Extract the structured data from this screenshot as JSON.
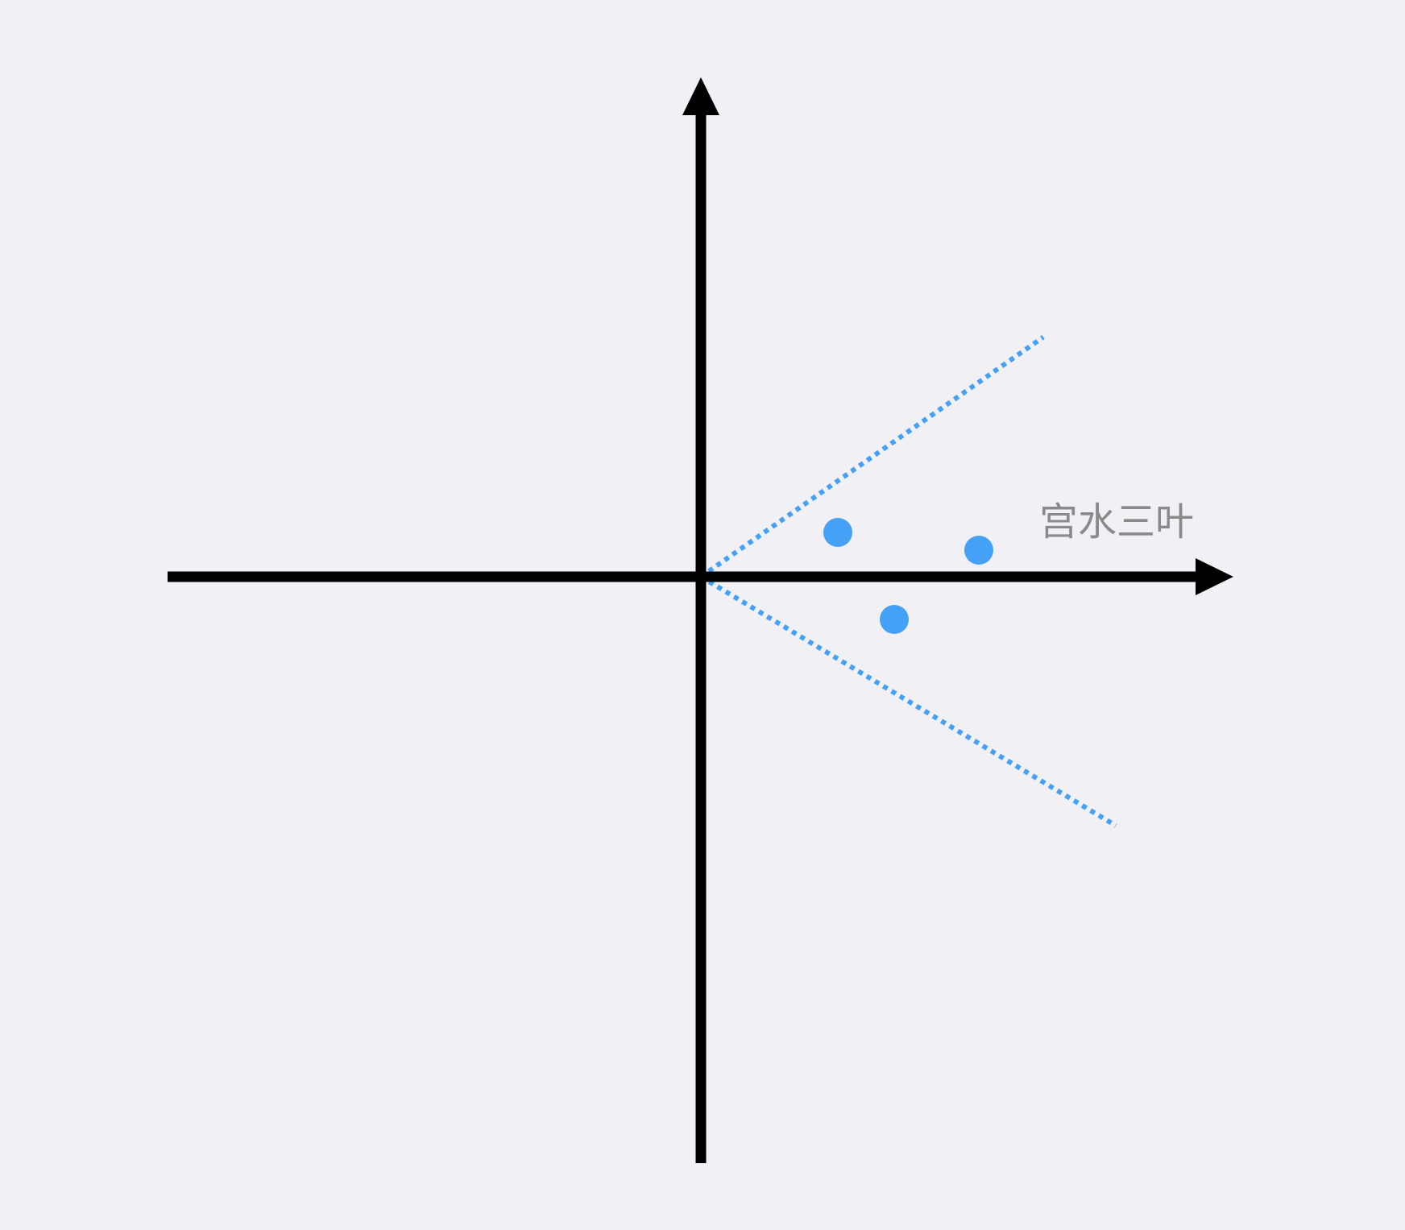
{
  "diagram": {
    "watermark": "宫水三叶",
    "colors": {
      "background": "#f0f0f5",
      "axis": "#000000",
      "accent": "#45a1f6",
      "watermark": "#8a8a8a"
    },
    "rays": [
      {
        "name": "upper-ray",
        "slope": 0.7
      },
      {
        "name": "lower-ray",
        "slope": -0.6
      }
    ],
    "points": [
      {
        "name": "point-1",
        "x": 1.7,
        "y": 0.55
      },
      {
        "name": "point-2",
        "x": 2.4,
        "y": -0.53
      },
      {
        "name": "point-3",
        "x": 3.45,
        "y": 0.33
      }
    ]
  }
}
